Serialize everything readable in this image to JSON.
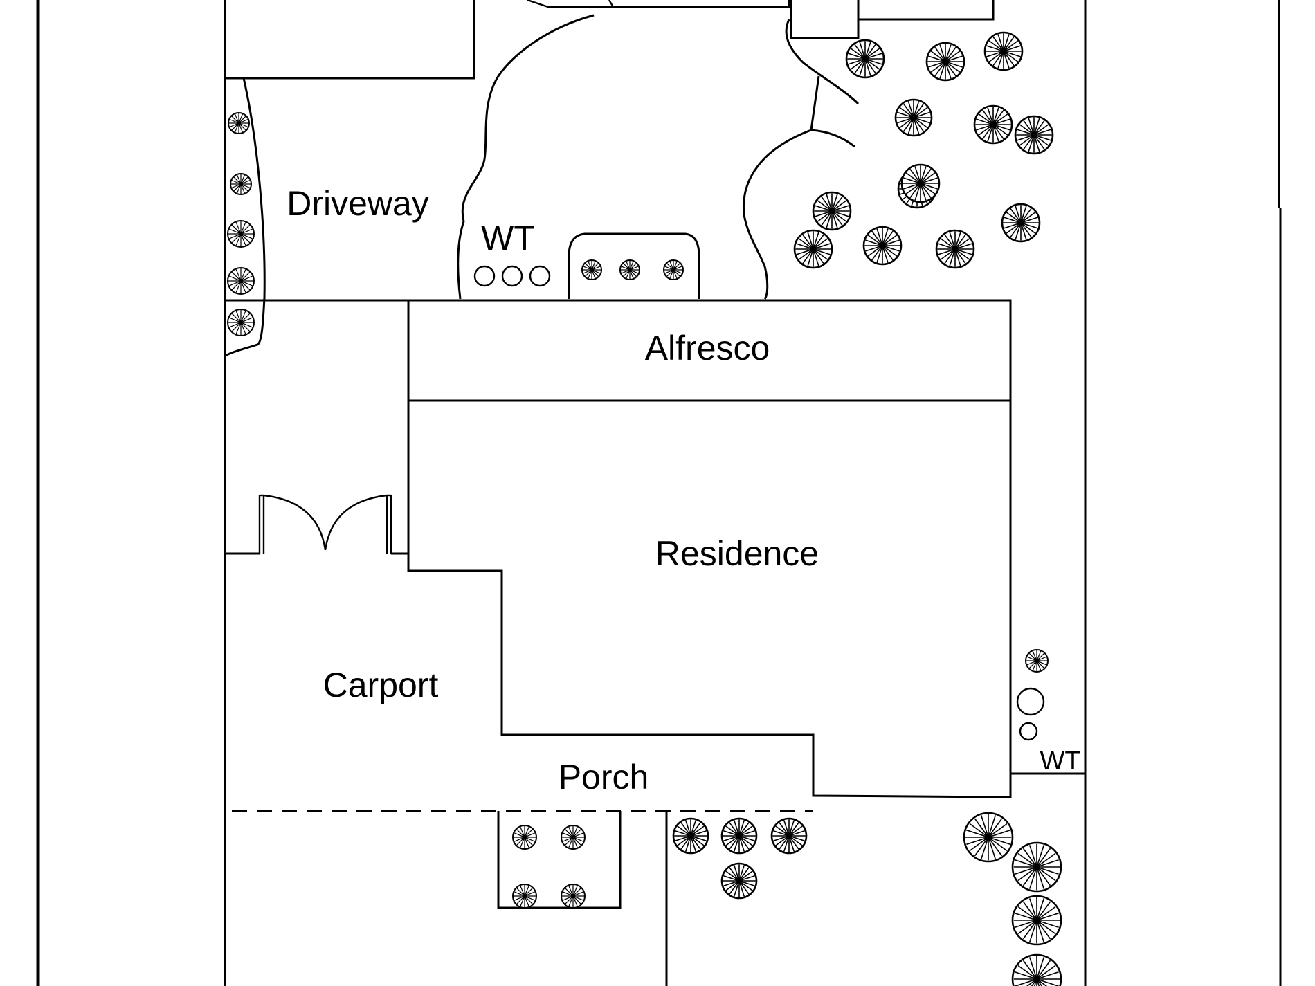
{
  "plan": {
    "labels": {
      "driveway": "Driveway",
      "wt_top": "WT",
      "alfresco": "Alfresco",
      "residence": "Residence",
      "carport": "Carport",
      "porch": "Porch",
      "wt_right": "WT"
    },
    "icons": {
      "tree": "tree-icon",
      "water_tank": "water-tank-icon",
      "gate": "double-gate-icon"
    },
    "colors": {
      "line": "#000000",
      "background": "#ffffff"
    }
  }
}
